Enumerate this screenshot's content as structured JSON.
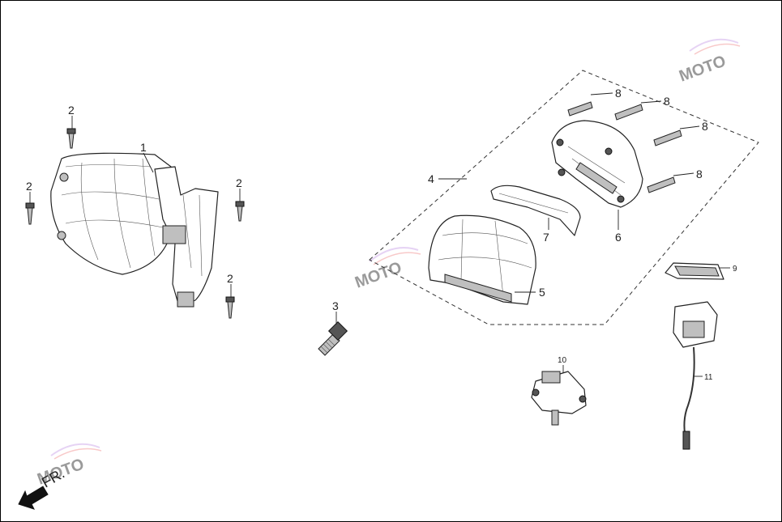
{
  "diagram": {
    "callouts": [
      {
        "id": "c1",
        "label": "1"
      },
      {
        "id": "c2a",
        "label": "2"
      },
      {
        "id": "c2b",
        "label": "2"
      },
      {
        "id": "c2c",
        "label": "2"
      },
      {
        "id": "c2d",
        "label": "2"
      },
      {
        "id": "c3",
        "label": "3"
      },
      {
        "id": "c4",
        "label": "4"
      },
      {
        "id": "c5",
        "label": "5"
      },
      {
        "id": "c6",
        "label": "6"
      },
      {
        "id": "c7",
        "label": "7"
      },
      {
        "id": "c8a",
        "label": "8"
      },
      {
        "id": "c8b",
        "label": "8"
      },
      {
        "id": "c8c",
        "label": "8"
      },
      {
        "id": "c8d",
        "label": "8"
      },
      {
        "id": "c9",
        "label": "9"
      },
      {
        "id": "c10",
        "label": "10"
      },
      {
        "id": "c11",
        "label": "11"
      }
    ],
    "direction_label": "FR.",
    "watermark_text": "MOTO"
  }
}
